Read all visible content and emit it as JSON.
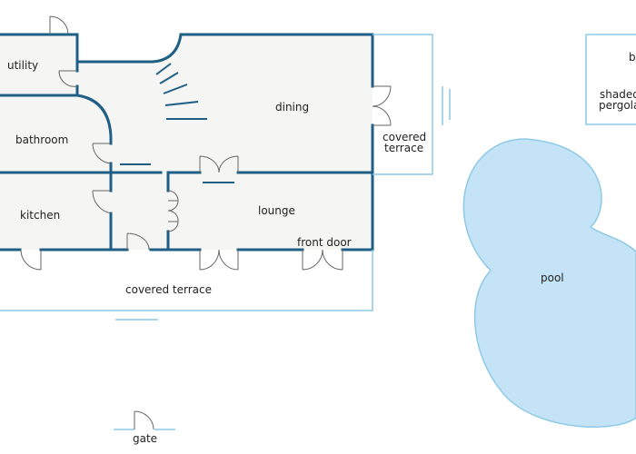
{
  "rooms": {
    "utility": "utility",
    "bathroom": "bathroom",
    "kitchen": "kitchen",
    "dining": "dining",
    "lounge": "lounge",
    "front_door": "front door",
    "covered_terrace_right_line1": "covered",
    "covered_terrace_right_line2": "terrace",
    "covered_terrace_bottom": "covered terrace",
    "pool": "pool",
    "shaded_pergola_line1": "shaded",
    "shaded_pergola_line2": "pergola",
    "partial_label": "b",
    "gate": "gate"
  },
  "colors": {
    "wall": "#1f5f86",
    "floor": "#f5f5f4",
    "pool": "#c4e3f6",
    "pool_edge": "#8ec9e6",
    "outline": "#8ec9e6"
  }
}
